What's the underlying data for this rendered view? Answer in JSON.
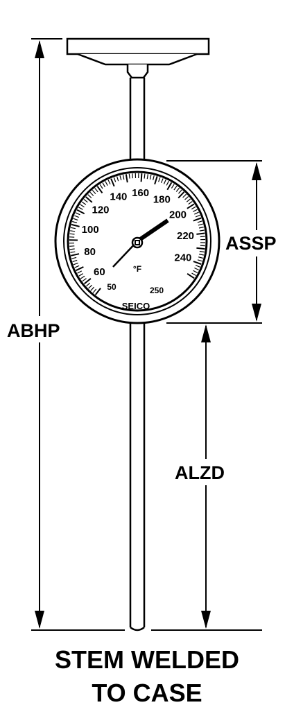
{
  "dimensions": {
    "overall": "ABHP",
    "case": "ASSP",
    "stem": "ALZD"
  },
  "dial": {
    "scale_major": [
      "60",
      "80",
      "100",
      "120",
      "140",
      "160",
      "180",
      "200",
      "220",
      "240"
    ],
    "scale_min": "50",
    "scale_max": "250",
    "unit": "°F",
    "brand": "SEICO"
  },
  "caption": {
    "line1": "STEM WELDED",
    "line2": "TO CASE"
  }
}
